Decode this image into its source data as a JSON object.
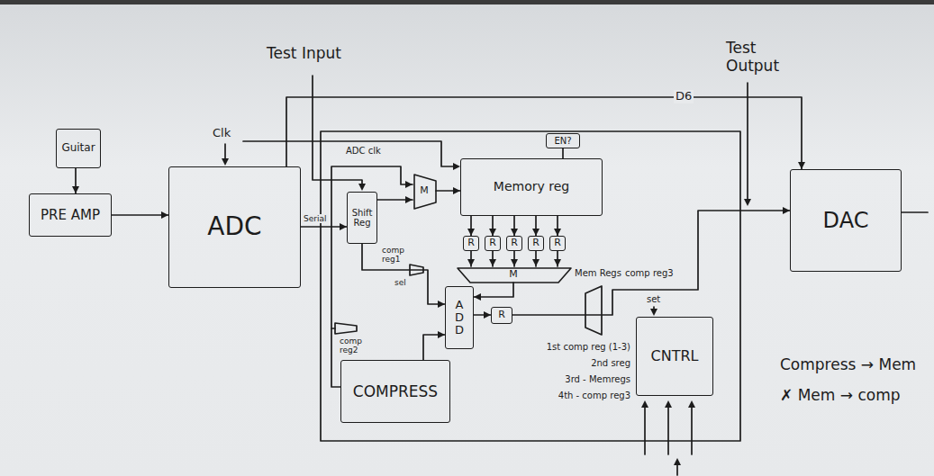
{
  "diagram": {
    "nodes": [
      {
        "text": [
          "Guitar"
        ]
      },
      {
        "text": [
          "PRE AMP"
        ]
      },
      {
        "text": [
          "ADC"
        ]
      },
      {
        "text": [
          "DAC"
        ]
      },
      {
        "text": [
          "EN?"
        ]
      },
      {
        "text": [
          "Memory reg"
        ]
      },
      {
        "text": [
          "Shift Reg"
        ]
      },
      {
        "text": [
          "M"
        ]
      },
      {
        "text": [
          "R"
        ]
      },
      {
        "text": [
          "R"
        ]
      },
      {
        "text": [
          "R"
        ]
      },
      {
        "text": [
          "R"
        ]
      },
      {
        "text": [
          "R"
        ]
      },
      {
        "text": [
          "M"
        ]
      },
      {
        "text": [
          "ADD"
        ]
      },
      {
        "text": [
          "R"
        ]
      },
      {
        "text": [
          "COMPRESS"
        ]
      },
      {
        "text": [
          "CNTRL"
        ]
      }
    ],
    "edges": [
      {
        "from": 0,
        "to": 1,
        "arrow": "to"
      },
      {
        "from": 1,
        "to": 2,
        "arrow": "to"
      },
      {
        "from": 2,
        "to": 6,
        "label": "Serial",
        "arrow": "to"
      },
      {
        "from": 2,
        "to": 3,
        "label": "D6",
        "arrow": "to"
      },
      {
        "from": 6,
        "to": 7,
        "arrow": "to"
      },
      {
        "from": 7,
        "to": 5,
        "arrow": "to"
      },
      {
        "from": 5,
        "to": 8,
        "arrow": "to"
      },
      {
        "from": 5,
        "to": 9,
        "arrow": "to"
      },
      {
        "from": 5,
        "to": 10,
        "arrow": "to"
      },
      {
        "from": 5,
        "to": 11,
        "arrow": "to"
      },
      {
        "from": 5,
        "to": 12,
        "arrow": "to"
      },
      {
        "from": 8,
        "to": 13,
        "arrow": "to"
      },
      {
        "from": 9,
        "to": 13,
        "arrow": "to"
      },
      {
        "from": 10,
        "to": 13,
        "arrow": "to"
      },
      {
        "from": 11,
        "to": 13,
        "arrow": "to"
      },
      {
        "from": 12,
        "to": 13,
        "arrow": "to"
      },
      {
        "from": 13,
        "to": 14,
        "arrow": "to"
      },
      {
        "from": 14,
        "to": 15,
        "arrow": "to"
      },
      {
        "from": 15,
        "to": 3,
        "arrow": "to"
      },
      {
        "from": 6,
        "to": 14,
        "arrow": "to"
      },
      {
        "from": 16,
        "to": 14,
        "arrow": "to"
      },
      {
        "from": 16,
        "to": 7,
        "arrow": "to"
      }
    ],
    "labels": [
      "Test Input",
      "Test Output",
      "Clk",
      "ADC clk",
      "comp reg1",
      "sel",
      "Mem Regs",
      "comp reg3",
      "comp reg2",
      "set",
      "1st comp reg (1-3)",
      "2nd sreg",
      "3rd - Memregs",
      "4th - comp reg3",
      "Compress → Mem",
      "✗ Mem → comp"
    ]
  }
}
